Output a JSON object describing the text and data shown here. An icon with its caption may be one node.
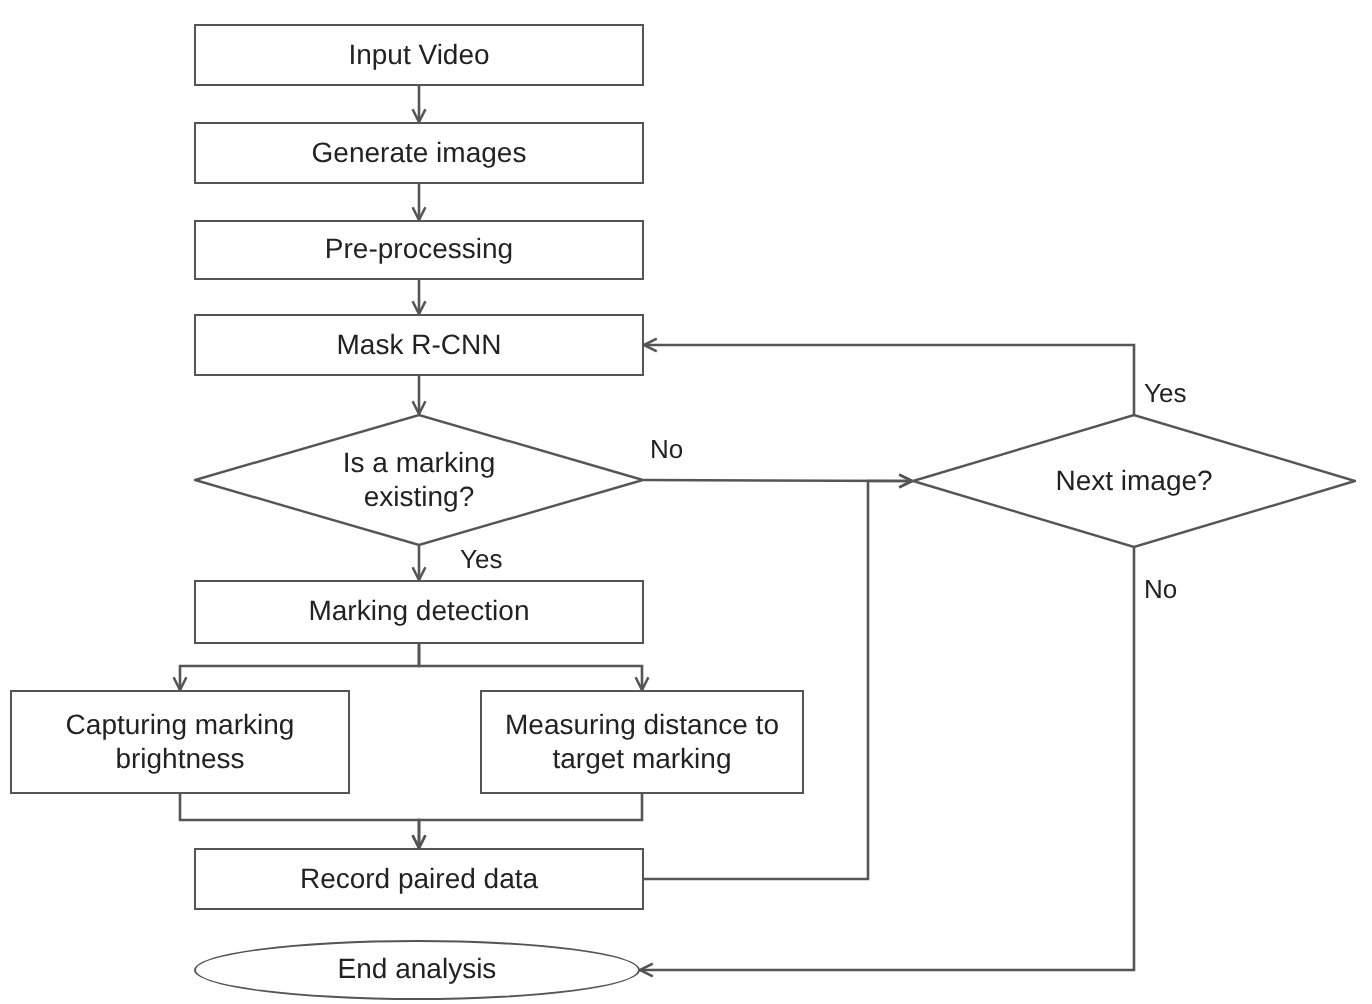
{
  "diagram": {
    "nodes": [
      {
        "text": [
          "Input Video"
        ]
      },
      {
        "text": [
          "Generate images"
        ]
      },
      {
        "text": [
          "Pre-processing"
        ]
      },
      {
        "text": [
          "Mask R-CNN"
        ]
      },
      {
        "text": [
          "Is a marking existing?"
        ]
      },
      {
        "text": [
          "Marking detection"
        ]
      },
      {
        "text": [
          "Capturing marking brightness"
        ]
      },
      {
        "text": [
          "Measuring distance to target marking"
        ]
      },
      {
        "text": [
          "Record paired data"
        ]
      },
      {
        "text": [
          "End analysis"
        ]
      },
      {
        "text": [
          "Next image?"
        ]
      }
    ],
    "edges": [
      {
        "from": 0,
        "to": 1,
        "arrow": "to"
      },
      {
        "from": 1,
        "to": 2,
        "arrow": "to"
      },
      {
        "from": 2,
        "to": 3,
        "arrow": "to"
      },
      {
        "from": 3,
        "to": 4,
        "arrow": "to"
      },
      {
        "from": 4,
        "to": 5,
        "arrow": "to",
        "label": "Yes"
      },
      {
        "from": 4,
        "to": 10,
        "arrow": "to",
        "label": "No"
      },
      {
        "from": 5,
        "to": 6,
        "arrow": "to"
      },
      {
        "from": 5,
        "to": 7,
        "arrow": "to"
      },
      {
        "from": 6,
        "to": 8,
        "arrow": "to"
      },
      {
        "from": 7,
        "to": 8,
        "arrow": "to"
      },
      {
        "from": 8,
        "to": 10,
        "arrow": "to"
      },
      {
        "from": 10,
        "to": 3,
        "arrow": "to",
        "label": "Yes"
      },
      {
        "from": 10,
        "to": 9,
        "arrow": "to",
        "label": "No"
      }
    ]
  }
}
